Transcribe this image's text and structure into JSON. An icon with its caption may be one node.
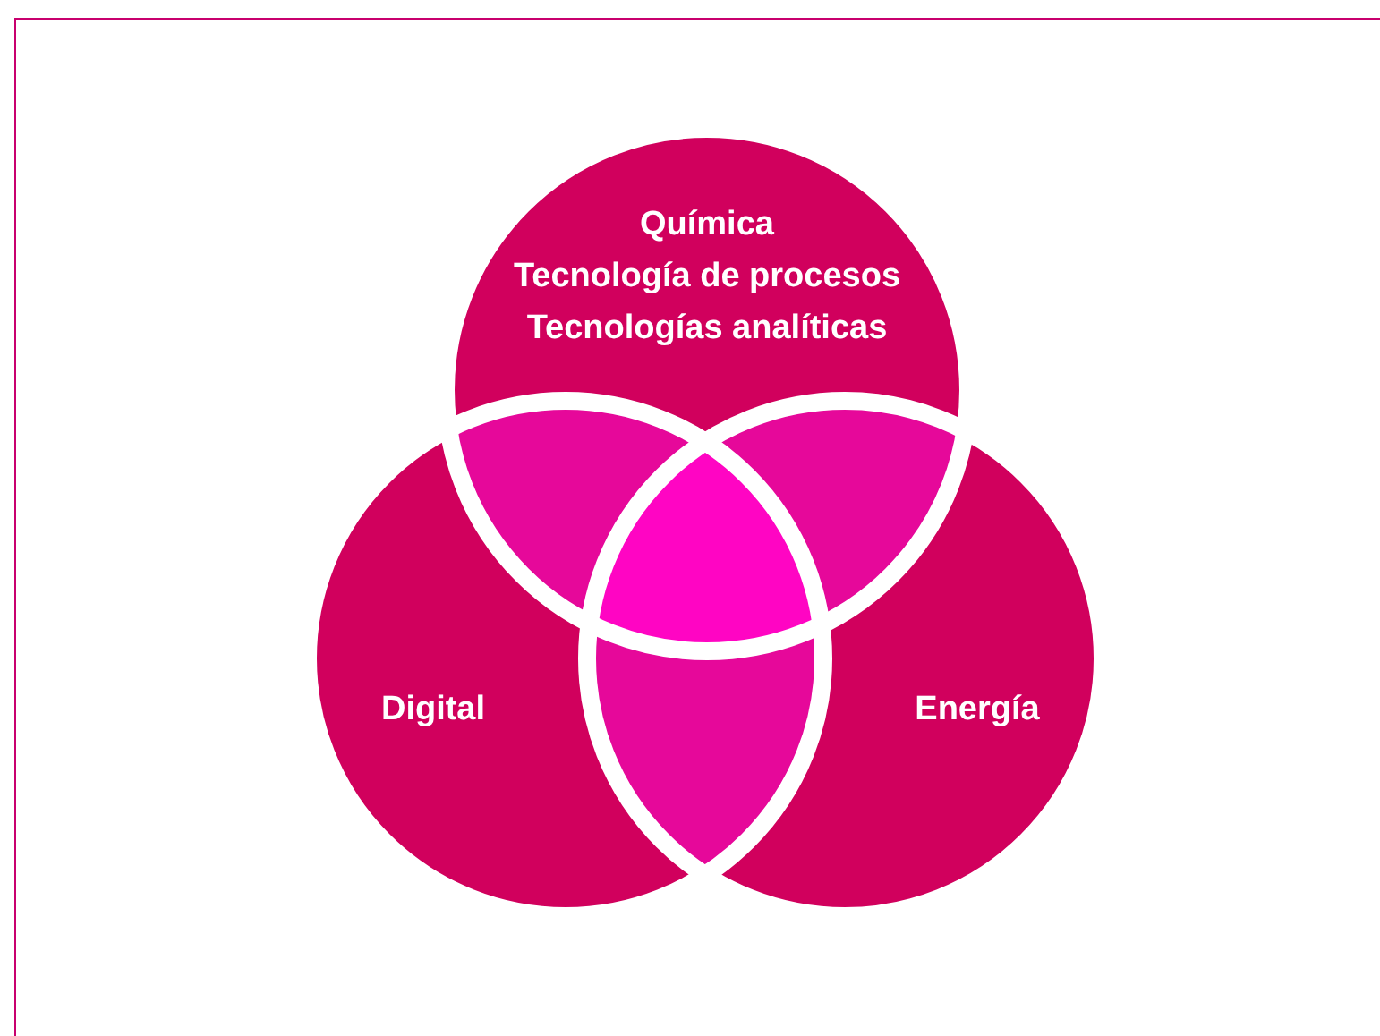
{
  "diagram": {
    "nodes": [
      {
        "text": [
          "Química",
          "Tecnología de procesos",
          "Tecnologías analíticas"
        ]
      },
      {
        "text": [
          "Digital"
        ]
      },
      {
        "text": [
          "Energía"
        ]
      }
    ]
  }
}
